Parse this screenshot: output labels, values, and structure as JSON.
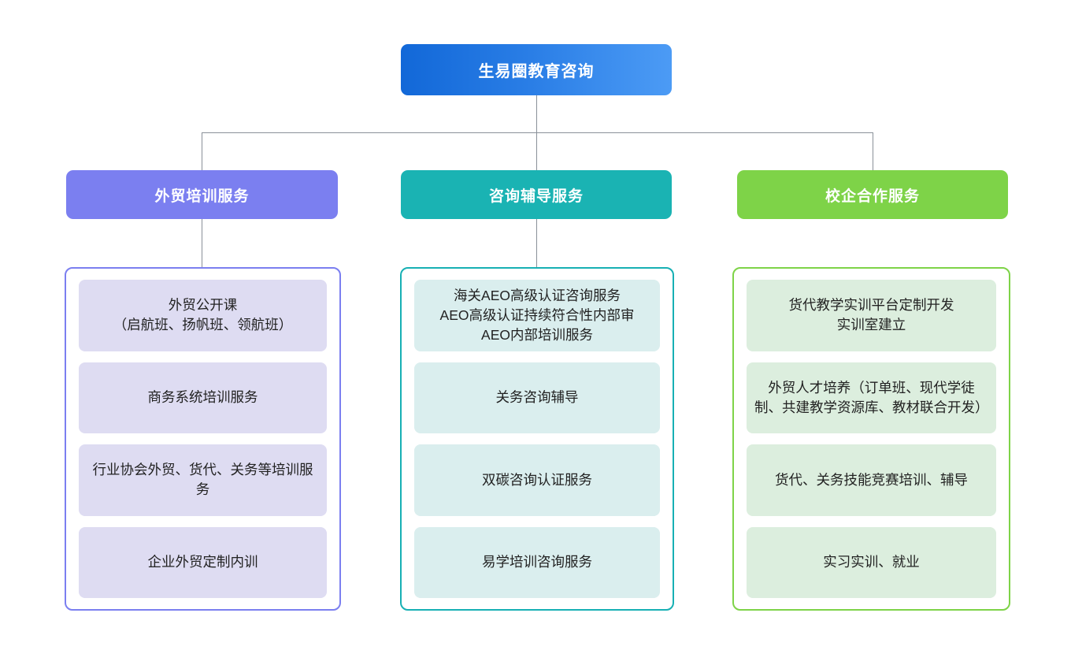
{
  "diagram": {
    "type": "org-chart",
    "root": {
      "label": "生易圈教育咨询",
      "color": "#1268d8",
      "color_end": "#4c9bf5"
    },
    "branches": [
      {
        "id": "training",
        "header": "外贸培训服务",
        "header_color": "#7b7ff0",
        "panel_border": "#7b7ff0",
        "item_bg": "#dedcf2",
        "items": [
          "外贸公开课\n（启航班、扬帆班、领航班）",
          "商务系统培训服务",
          "行业协会外贸、货代、关务等培训服务",
          "企业外贸定制内训"
        ]
      },
      {
        "id": "consulting",
        "header": "咨询辅导服务",
        "header_color": "#1ab3b3",
        "panel_border": "#17b0b4",
        "item_bg": "#daeeee",
        "items": [
          "海关AEO高级认证咨询服务\nAEO高级认证持续符合性内部审\nAEO内部培训服务",
          "关务咨询辅导",
          "双碳咨询认证服务",
          "易学培训咨询服务"
        ]
      },
      {
        "id": "school-enterprise",
        "header": "校企合作服务",
        "header_color": "#7ed348",
        "panel_border": "#7ed348",
        "item_bg": "#dceede",
        "items": [
          "货代教学实训平台定制开发\n实训室建立",
          "外贸人才培养（订单班、现代学徒制、共建教学资源库、教材联合开发）",
          "货代、关务技能竞赛培训、辅导",
          "实习实训、就业"
        ]
      }
    ],
    "connector_color": "#8a9099"
  }
}
